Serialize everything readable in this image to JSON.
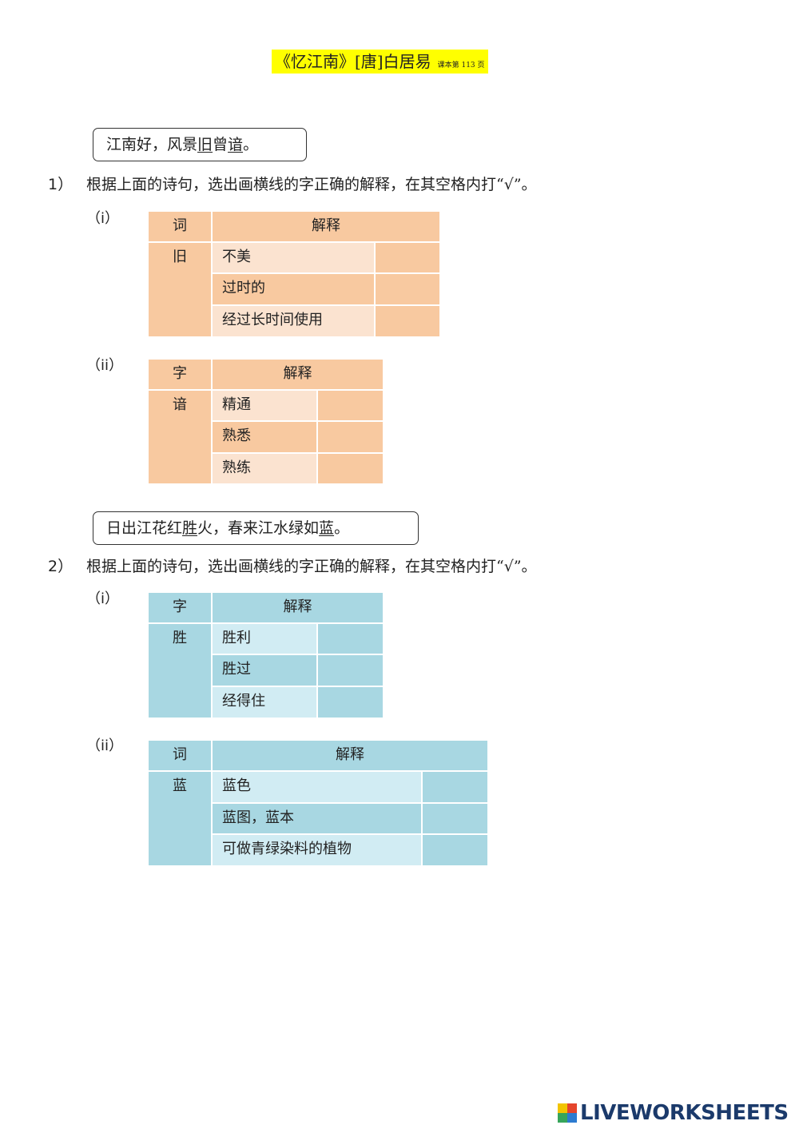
{
  "header": {
    "title": "《忆江南》[唐]白居易",
    "reference": "课本第 113 页"
  },
  "poem1": {
    "before": "江南好，风景",
    "u1": "旧",
    "mid": "曾",
    "u2": "谙",
    "after": "。"
  },
  "question1": {
    "number": "1）",
    "text": "根据上面的诗句，选出画横线的字正确的解释，在其空格内打“√”。"
  },
  "poem2": {
    "before": "日出江花红",
    "u1": "胜",
    "mid": "火，春来江水绿如",
    "u2": "蓝",
    "after": "。"
  },
  "question2": {
    "number": "2）",
    "text": "根据上面的诗句，选出画横线的字正确的解释，在其空格内打“√”。"
  },
  "tables": [
    {
      "label": "（i）",
      "col1": "词",
      "col2": "解释",
      "word": "旧",
      "options": [
        "不美",
        "过时的",
        "经过长时间使用"
      ]
    },
    {
      "label": "（ii）",
      "col1": "字",
      "col2": "解释",
      "word": "谙",
      "options": [
        "精通",
        "熟悉",
        "熟练"
      ]
    },
    {
      "label": "（i）",
      "col1": "字",
      "col2": "解释",
      "word": "胜",
      "options": [
        "胜利",
        "胜过",
        "经得住"
      ]
    },
    {
      "label": "（ii）",
      "col1": "词",
      "col2": "解释",
      "word": "蓝",
      "options": [
        "蓝色",
        "蓝图，蓝本",
        "可做青绿染料的植物"
      ]
    }
  ],
  "footer": {
    "logo_text": "LIVEWORKSHEETS"
  },
  "colors": {
    "orange_dark": "#f8c9a0",
    "orange_light": "#fbe3d0",
    "blue_dark": "#a8d7e2",
    "blue_light": "#d1ecf3",
    "highlight": "#ffff00"
  }
}
